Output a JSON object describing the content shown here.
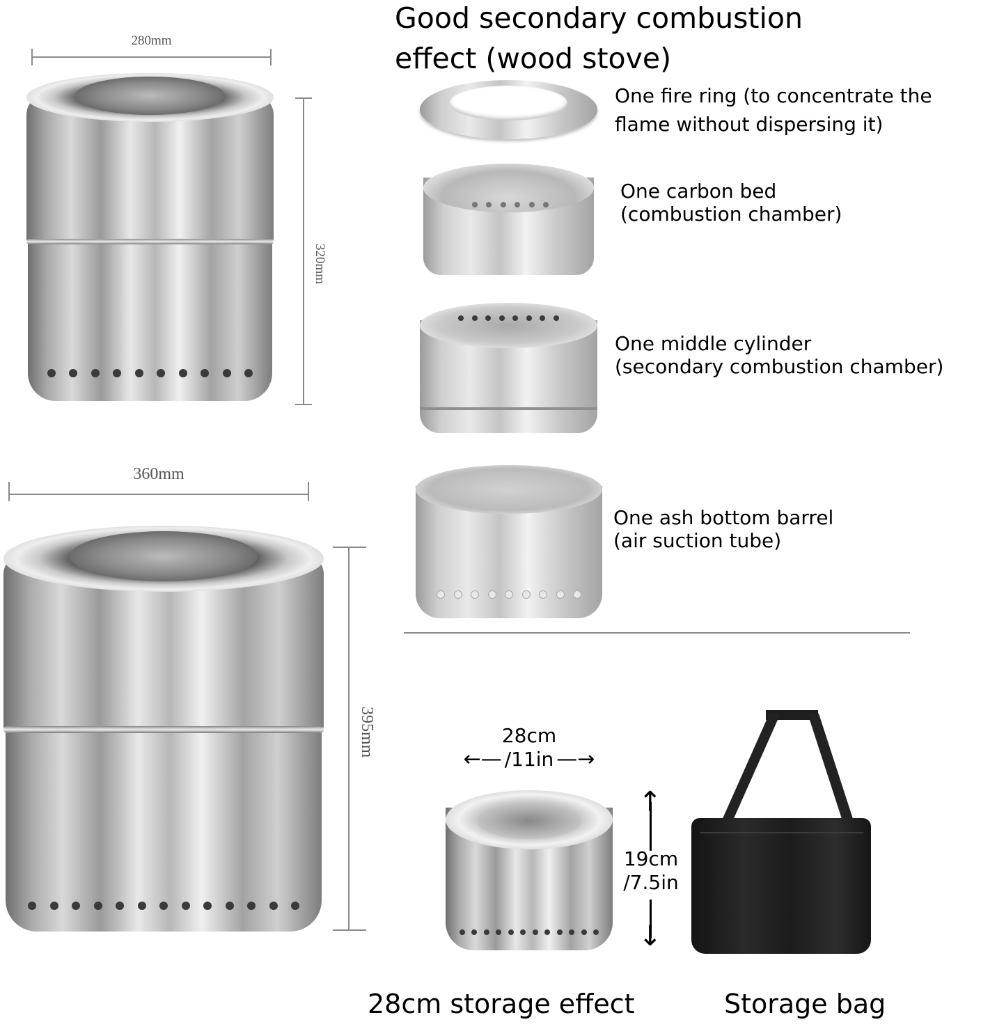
{
  "title": {
    "line1": "Good secondary combustion",
    "line2": "effect (wood stove)"
  },
  "dimensions": {
    "small_stove": {
      "width": "280mm",
      "height": "320mm"
    },
    "large_stove": {
      "width": "360mm",
      "height": "395mm"
    },
    "storage": {
      "width_line1": "28cm",
      "width_line2": "/11in",
      "height_line1": "19cm",
      "height_line2": "/7.5in"
    }
  },
  "parts": [
    {
      "line1": "One fire ring (to concentrate the",
      "line2": "flame without dispersing it)",
      "icon": "fire-ring-image"
    },
    {
      "line1": "One carbon bed",
      "line2": "(combustion chamber)",
      "icon": "carbon-bed-image"
    },
    {
      "line1": "One middle cylinder",
      "line2": "(secondary combustion chamber)",
      "icon": "middle-cylinder-image"
    },
    {
      "line1": "One ash bottom barrel",
      "line2": "(air suction tube)",
      "icon": "ash-barrel-image"
    }
  ],
  "captions": {
    "storage_effect": "28cm storage effect",
    "storage_bag": "Storage bag"
  },
  "colors": {
    "steel_dark": "#6f6f6f",
    "steel_light": "#f0f0f0",
    "bag": "#1e1e1e",
    "dim_line": "#8a8a8a"
  }
}
